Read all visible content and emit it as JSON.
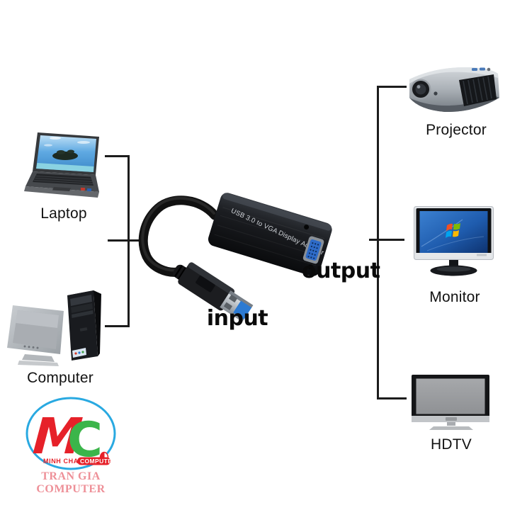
{
  "diagram": {
    "adapter": {
      "body_text": "USB 3.0 to VGA Display Adapter",
      "input_label": "input",
      "output_label": "output"
    },
    "sources": [
      {
        "id": "laptop",
        "label": "Laptop"
      },
      {
        "id": "computer",
        "label": "Computer"
      }
    ],
    "destinations": [
      {
        "id": "projector",
        "label": "Projector"
      },
      {
        "id": "monitor",
        "label": "Monitor"
      },
      {
        "id": "hdtv",
        "label": "HDTV"
      }
    ]
  },
  "logo": {
    "monogram": {
      "m": "M",
      "c": "C"
    },
    "line1_left": "MINH CHAU",
    "line1_right": "COMPUTER",
    "line2": "TRAN GIA COMPUTER",
    "colors": {
      "ring": "#29a9e1",
      "red": "#e62129",
      "green": "#3bb54a",
      "footer_pink": "#ee9098",
      "line_black": "#1c1c1c",
      "usb_blue": "#2c7ad2",
      "vga_blue": "#2e6bc8"
    }
  }
}
